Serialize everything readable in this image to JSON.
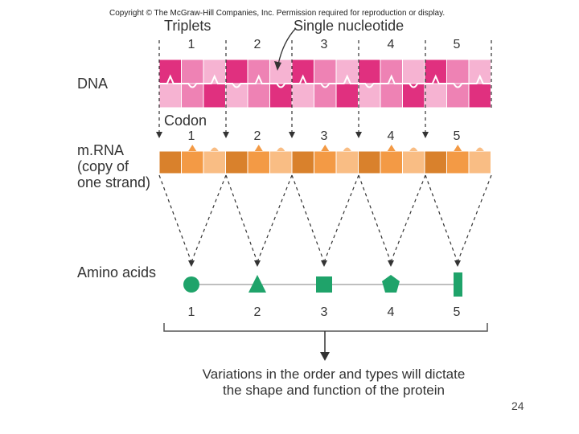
{
  "copyright": "Copyright © The McGraw-Hill Companies, Inc. Permission required for reproduction or display.",
  "labels": {
    "triplets": "Triplets",
    "single_nucleotide": "Single nucleotide",
    "dna": "DNA",
    "codon": "Codon",
    "mrna_line1": "m.RNA",
    "mrna_line2": "(copy of",
    "mrna_line3": "one strand)",
    "amino_acids": "Amino acids"
  },
  "triplet_numbers": [
    "1",
    "2",
    "3",
    "4",
    "5"
  ],
  "codon_numbers": [
    "1",
    "2",
    "3",
    "4",
    "5"
  ],
  "amino_acid_numbers": [
    "1",
    "2",
    "3",
    "4",
    "5"
  ],
  "conclusion": "Variations in the order and types will dictate the shape and function of the protein",
  "slide_number": "24",
  "colors": {
    "dna_dark": "#e0307f",
    "dna_mid": "#ee82b4",
    "dna_light": "#f6b3d2",
    "mrna_dark": "#d9812c",
    "mrna_mid": "#f39a45",
    "mrna_light": "#f9bd84",
    "amino": "#1fa36a",
    "arrow": "#333333"
  },
  "amino_shapes": [
    "circle",
    "triangle",
    "square",
    "pentagon",
    "rectangle"
  ]
}
